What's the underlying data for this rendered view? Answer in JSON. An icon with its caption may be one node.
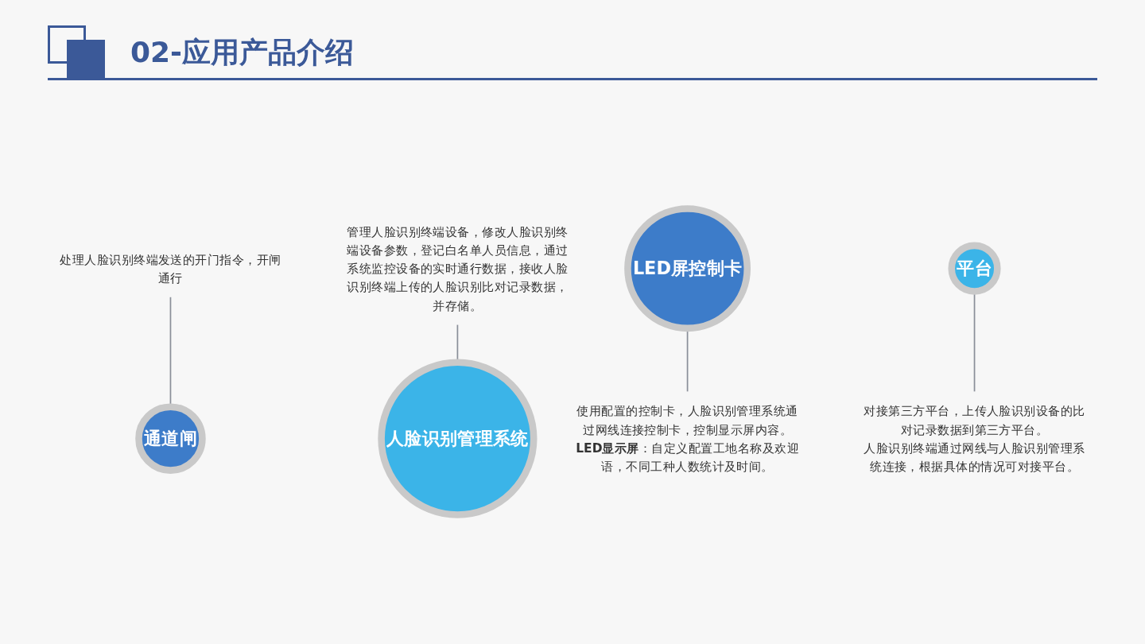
{
  "diagram": {
    "title": "02-应用产品介绍",
    "nodes": [
      {
        "text": [
          "处理人脸识别终端发送的开门指令，开闸通行"
        ]
      },
      {
        "text": [
          "通道闸"
        ]
      },
      {
        "text": [
          "管理人脸识别终端设备，修改人脸识别终端设备参数，登记白名单人员信息，通过系统监控设备的实时通行数据，接收人脸识别终端上传的人脸识别比对记录数据，并存储。"
        ]
      },
      {
        "text": [
          "人脸识别管理系统"
        ]
      },
      {
        "text": [
          "LED屏控制卡"
        ]
      },
      {
        "text": [
          "平台"
        ]
      },
      {
        "text": [
          "使用配置的控制卡，人脸识别管理系统通过网线连接控制卡，控制显示屏内容。",
          "**LED显示屏**：自定义配置工地名称及欢迎语，不同工种人数统计及时间。"
        ]
      },
      {
        "text": [
          "对接第三方平台，上传人脸识别设备的比对记录数据到第三方平台。",
          "人脸识别终端通过网线与人脸识别管理系统连接，根据具体的情况可对接平台。"
        ]
      }
    ],
    "edges": [
      {
        "from": 0,
        "to": 1,
        "arrow": "none"
      },
      {
        "from": 2,
        "to": 3,
        "arrow": "none"
      },
      {
        "from": 4,
        "to": 6,
        "arrow": "none"
      },
      {
        "from": 5,
        "to": 7,
        "arrow": "none"
      }
    ]
  }
}
